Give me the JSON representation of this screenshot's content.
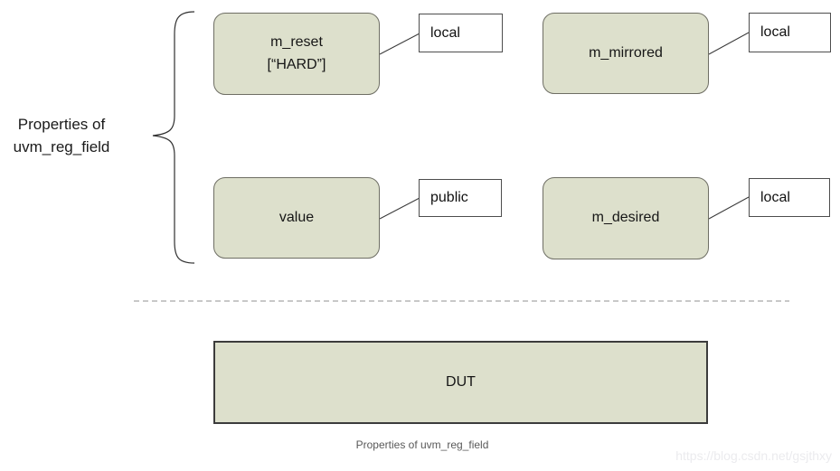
{
  "diagram": {
    "group_label": "Properties of\nuvm_reg_field",
    "fields": [
      {
        "id": "m_reset",
        "label": "m_reset\n[“HARD”]",
        "access": "local"
      },
      {
        "id": "m_mirrored",
        "label": "m_mirrored",
        "access": "local"
      },
      {
        "id": "value",
        "label": "value",
        "access": "public"
      },
      {
        "id": "m_desired",
        "label": "m_desired",
        "access": "local"
      }
    ],
    "dut_label": "DUT",
    "caption": "Properties of uvm_reg_field",
    "watermark": "https://blog.csdn.net/gsjthxy"
  },
  "colors": {
    "node_fill": "#dde0cc",
    "node_border": "#6e6e64",
    "access_border": "#4d4d4d",
    "connector_line": "#3a3a3a",
    "divider_dashed": "#a8a8a8",
    "caption_text": "#595959",
    "watermark_text": "#ebebee",
    "background": "#ffffff"
  }
}
